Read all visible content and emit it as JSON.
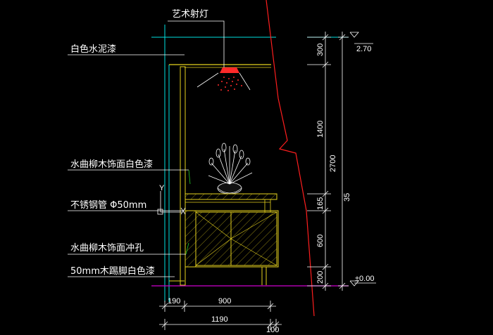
{
  "annotations": {
    "spotlight": "艺术射灯",
    "cement_paint": "白色水泥漆",
    "wood_white": "水曲柳木饰面白色漆",
    "steel_pipe": "不锈钢管 Φ50mm",
    "wood_punch": "水曲柳木饰面冲孔",
    "baseboard": "50mm木踢脚白色漆"
  },
  "levels": {
    "top": "2.70",
    "bottom": "±0.00"
  },
  "dimensions_vertical": {
    "d1": "300",
    "d2": "1400",
    "d3": "165",
    "d4": "600",
    "d5": "200",
    "total_inner": "2700",
    "total_outer": "35"
  },
  "dimensions_horizontal": {
    "w1": "190",
    "w2": "900",
    "w_total": "1190",
    "w_extra": "100"
  },
  "axis": {
    "y": "Y",
    "x": "X"
  },
  "colors": {
    "background": "#000000",
    "cyan": "#00e0e0",
    "yellow": "#e6d21e",
    "white": "#ffffff",
    "red": "#ff1e1e",
    "magenta": "#d000d0",
    "green": "#22cc22"
  }
}
